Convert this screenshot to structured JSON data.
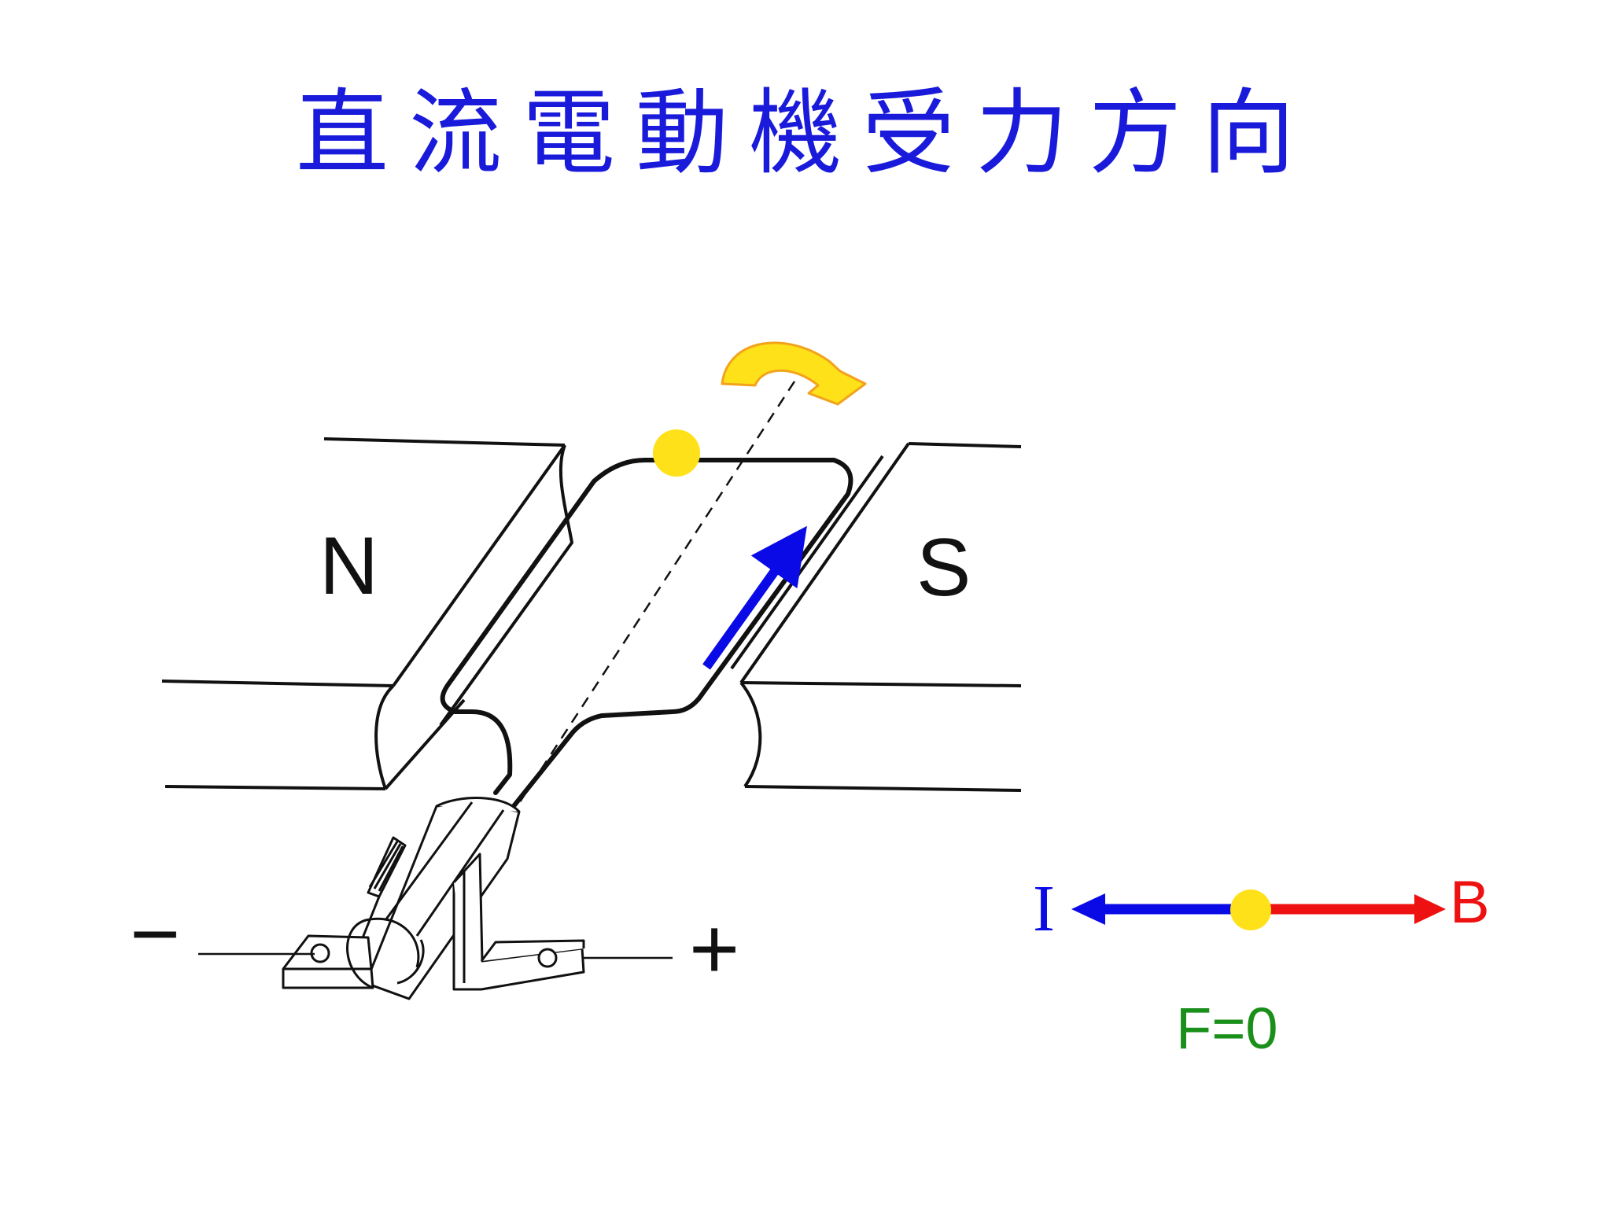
{
  "title": "直流電動機受力方向",
  "magnet": {
    "north_label": "N",
    "south_label": "S"
  },
  "terminals": {
    "negative_label": "−",
    "positive_label": "+"
  },
  "vector_diagram": {
    "current_label": "I",
    "field_label": "B",
    "force_label": "F=0"
  },
  "colors": {
    "title": "#1a1adb",
    "current_arrow": "#0a0ae6",
    "field_arrow": "#ee1111",
    "force_text": "#1a8f1a",
    "conductor_dot": "#ffe11a",
    "rotation_arrow": "#ffe11a",
    "rotation_arrow_outline": "#f2a31b"
  }
}
